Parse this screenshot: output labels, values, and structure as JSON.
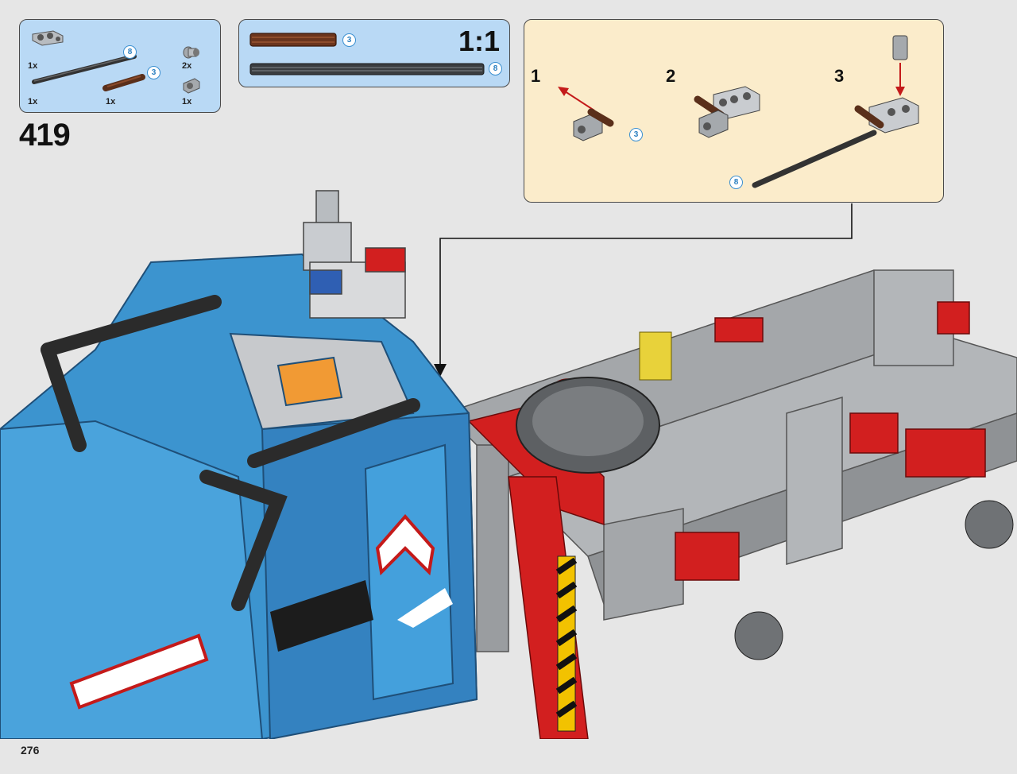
{
  "parts_list": {
    "items": [
      {
        "name": "connector-block",
        "qty": "1x"
      },
      {
        "name": "axle-8",
        "qty": "1x",
        "length": "8"
      },
      {
        "name": "axle-3",
        "qty": "1x",
        "length": "3"
      },
      {
        "name": "bushing",
        "qty": "2x"
      },
      {
        "name": "axle-connector",
        "qty": "1x"
      }
    ]
  },
  "scale": {
    "label": "1:1",
    "axle_3_length": "3",
    "axle_8_length": "8"
  },
  "step": {
    "number": "419"
  },
  "substeps": [
    {
      "number": "1",
      "badge": "3"
    },
    {
      "number": "2"
    },
    {
      "number": "3",
      "badge": "8"
    }
  ],
  "page": {
    "number": "276"
  },
  "colors": {
    "panel_blue": "#b9d9f5",
    "panel_cream": "#fbeccb",
    "truck_blue": "#3c94cf",
    "frame_gray": "#9fa2a5",
    "frame_red": "#d21f1f",
    "badge_blue": "#3a8fd0"
  }
}
